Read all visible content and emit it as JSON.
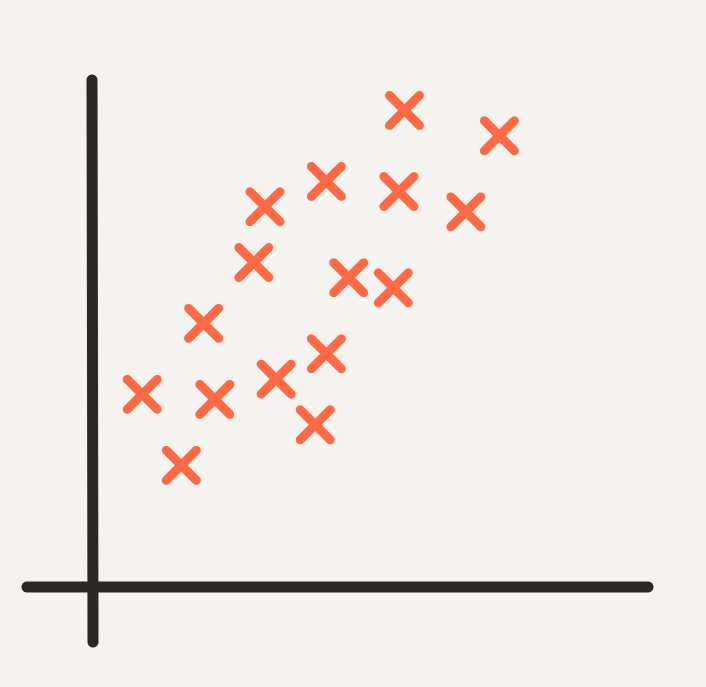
{
  "chart_data": {
    "type": "scatter",
    "title": "",
    "xlabel": "",
    "ylabel": "",
    "xlim": [
      0,
      100
    ],
    "ylim": [
      0,
      100
    ],
    "grid": false,
    "legend": "none",
    "marker": "x",
    "series": [
      {
        "points": [
          {
            "x": 9,
            "y": 38
          },
          {
            "x": 16,
            "y": 24
          },
          {
            "x": 20,
            "y": 52
          },
          {
            "x": 22,
            "y": 37
          },
          {
            "x": 29,
            "y": 64
          },
          {
            "x": 31,
            "y": 75
          },
          {
            "x": 33,
            "y": 41
          },
          {
            "x": 40,
            "y": 32
          },
          {
            "x": 42,
            "y": 46
          },
          {
            "x": 42,
            "y": 80
          },
          {
            "x": 46,
            "y": 61
          },
          {
            "x": 54,
            "y": 59
          },
          {
            "x": 55,
            "y": 78
          },
          {
            "x": 56,
            "y": 94
          },
          {
            "x": 67,
            "y": 74
          },
          {
            "x": 73,
            "y": 89
          }
        ]
      }
    ]
  },
  "colors": {
    "background": "#f5f3f0",
    "axis": "#2a2925",
    "marker": "#ff6a45"
  }
}
